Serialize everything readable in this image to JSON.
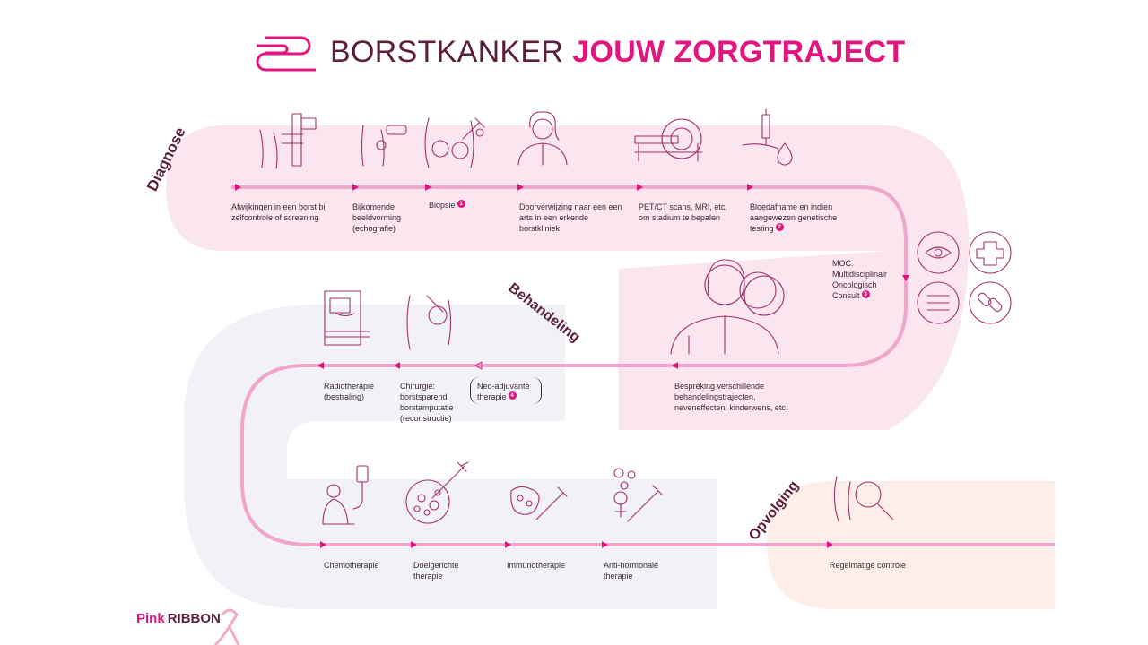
{
  "header": {
    "title_part1": "BORSTKANKER",
    "title_part2": "JOUW ZORGTRAJECT"
  },
  "phases": {
    "diagnose": "Diagnose",
    "behandeling": "Behandeling",
    "opvolging": "Opvolging"
  },
  "diagnose_steps": [
    {
      "text": "Afwijkingen in een borst bij zelfcontrole of screening",
      "icon": "mammography-icon"
    },
    {
      "text": "Bijkomende beeldvorming (echografie)",
      "icon": "ultrasound-icon"
    },
    {
      "text": "Biopsie",
      "badge": "1",
      "icon": "biopsy-icon"
    },
    {
      "text": "Doorverwijzing naar een een arts in een erkende borstkliniek",
      "icon": "doctor-icon"
    },
    {
      "text": "PET/CT scans, MRI, etc. om stadium te bepalen",
      "icon": "ct-scanner-icon"
    },
    {
      "text": "Bloedafname en indien aangewezen genetische testing",
      "badge": "2",
      "icon": "blood-sample-icon"
    }
  ],
  "moc": {
    "text": "MOC: Multidisciplinair Oncologisch Consult",
    "badge": "3"
  },
  "behandeling_steps": [
    {
      "text": "Bespreking verschillende behandelingstrajecten, neveneffecten, kinderwens, etc.",
      "icon": "consultation-icon"
    },
    {
      "text": "Neo-adjuvante therapie",
      "badge": "4"
    },
    {
      "text": "Chirurgie: borstsparend, borstamputatie (reconstructie)",
      "icon": "surgery-icon"
    },
    {
      "text": "Radiotherapie (bestraling)",
      "icon": "radiotherapy-icon"
    }
  ],
  "therapy_steps": [
    {
      "text": "Chemotherapie",
      "icon": "chemotherapy-icon"
    },
    {
      "text": "Doelgerichte therapie",
      "icon": "targeted-therapy-icon"
    },
    {
      "text": "Immunotherapie",
      "icon": "immunotherapy-icon"
    },
    {
      "text": "Anti-hormonale therapie",
      "icon": "hormone-therapy-icon"
    }
  ],
  "opvolging_steps": [
    {
      "text": "Regelmatige controle",
      "icon": "magnifier-icon"
    }
  ],
  "brand": {
    "part1": "Pink",
    "part2": "RIBBON"
  },
  "colors": {
    "accent": "#e2157e",
    "dark": "#5b1f3d",
    "path": "#ef8fbf",
    "band": "#fbe7f0",
    "lavender": "#f2f0f7",
    "peach": "#fdeeea"
  }
}
